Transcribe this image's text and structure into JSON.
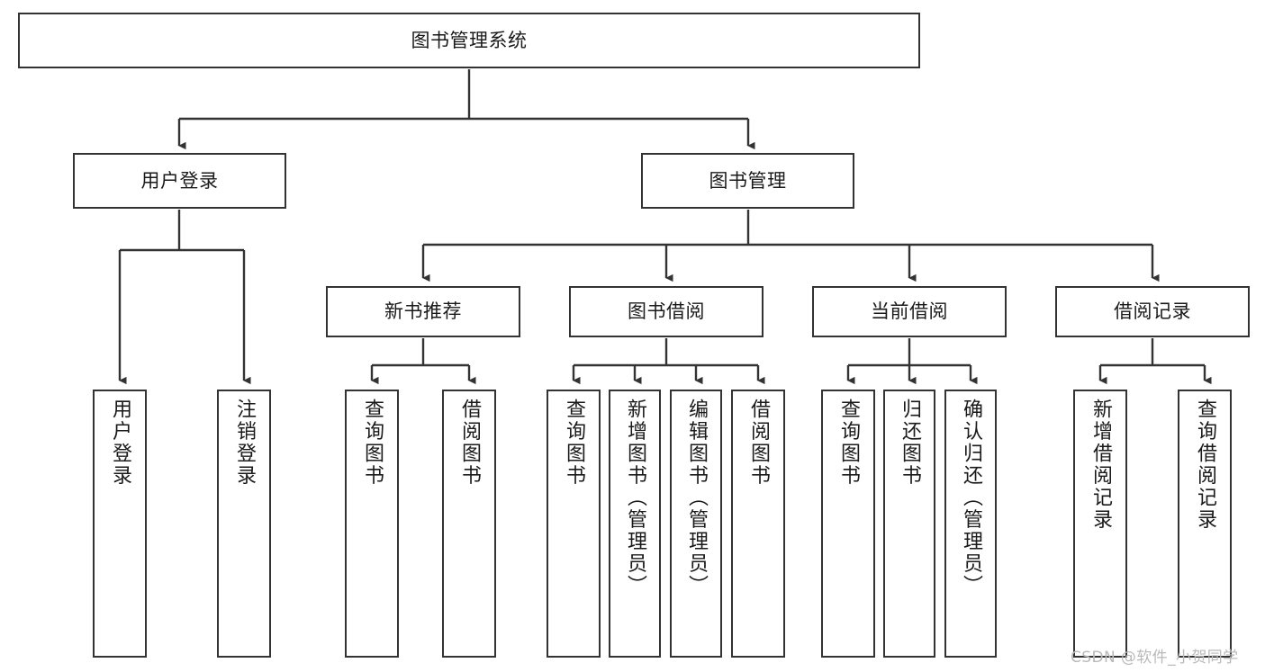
{
  "diagram": {
    "type": "tree-hierarchy-chart",
    "title_node": {
      "id": "root",
      "label": "图书管理系统"
    },
    "levels": {
      "level2": [
        {
          "id": "user-login",
          "label": "用户登录"
        },
        {
          "id": "book-management",
          "label": "图书管理"
        }
      ],
      "level3": [
        {
          "id": "new-book-recommend",
          "label": "新书推荐"
        },
        {
          "id": "book-borrow",
          "label": "图书借阅"
        },
        {
          "id": "current-borrow",
          "label": "当前借阅"
        },
        {
          "id": "borrow-record",
          "label": "借阅记录"
        }
      ],
      "level4": [
        {
          "id": "leaf-user-login",
          "label": "用户登录",
          "parent": "user-login"
        },
        {
          "id": "leaf-logout-login",
          "label": "注销登录",
          "parent": "user-login"
        },
        {
          "id": "leaf-query-book-1",
          "label": "查询图书",
          "parent": "new-book-recommend"
        },
        {
          "id": "leaf-borrow-book-1",
          "label": "借阅图书",
          "parent": "new-book-recommend"
        },
        {
          "id": "leaf-query-book-2",
          "label": "查询图书",
          "parent": "book-borrow"
        },
        {
          "id": "leaf-add-book",
          "label": "新增图书（管理员）",
          "parent": "book-borrow"
        },
        {
          "id": "leaf-edit-book",
          "label": "编辑图书（管理员）",
          "parent": "book-borrow"
        },
        {
          "id": "leaf-borrow-book-2",
          "label": "借阅图书",
          "parent": "book-borrow"
        },
        {
          "id": "leaf-query-book-3",
          "label": "查询图书",
          "parent": "current-borrow"
        },
        {
          "id": "leaf-return-book",
          "label": "归还图书",
          "parent": "current-borrow"
        },
        {
          "id": "leaf-confirm-return",
          "label": "确认归还（管理员）",
          "parent": "current-borrow"
        },
        {
          "id": "leaf-add-borrow-record",
          "label": "新增借阅记录",
          "parent": "borrow-record"
        },
        {
          "id": "leaf-query-borrow-record",
          "label": "查询借阅记录",
          "parent": "borrow-record"
        }
      ]
    },
    "colors": {
      "stroke": "#333333",
      "fill": "#ffffff",
      "text": "#1a1a1a",
      "watermark": "#b9b9b9"
    }
  },
  "watermark": {
    "text": "CSDN @软件_小贺同学"
  }
}
